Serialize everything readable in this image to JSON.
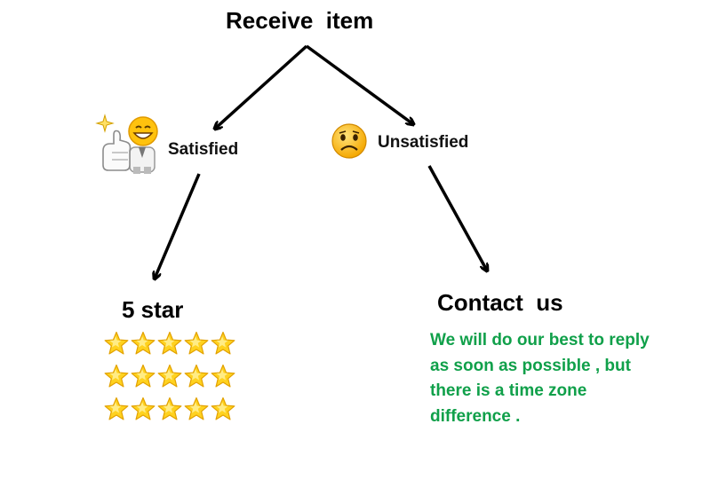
{
  "title": "Receive  item",
  "branches": {
    "satisfied": {
      "label": "Satisfied",
      "icon": "thumbs-up-smiley-icon"
    },
    "unsatisfied": {
      "label": "Unsatisfied",
      "icon": "sad-face-icon"
    }
  },
  "outcomes": {
    "rating": {
      "label": "5 star",
      "stars": {
        "rows": 3,
        "per_row": 5
      },
      "icon": "star-icon"
    },
    "contact": {
      "label": "Contact  us",
      "message_lines": [
        "We will do our best to reply",
        "as soon as possible , but",
        "there is a time zone",
        "difference ."
      ]
    }
  },
  "colors": {
    "text": "#000000",
    "message": "#10a04a",
    "star_fill": "#ffd21f",
    "star_stroke": "#e2a100",
    "face_fill": "#ffc20e",
    "arrow": "#000000"
  }
}
